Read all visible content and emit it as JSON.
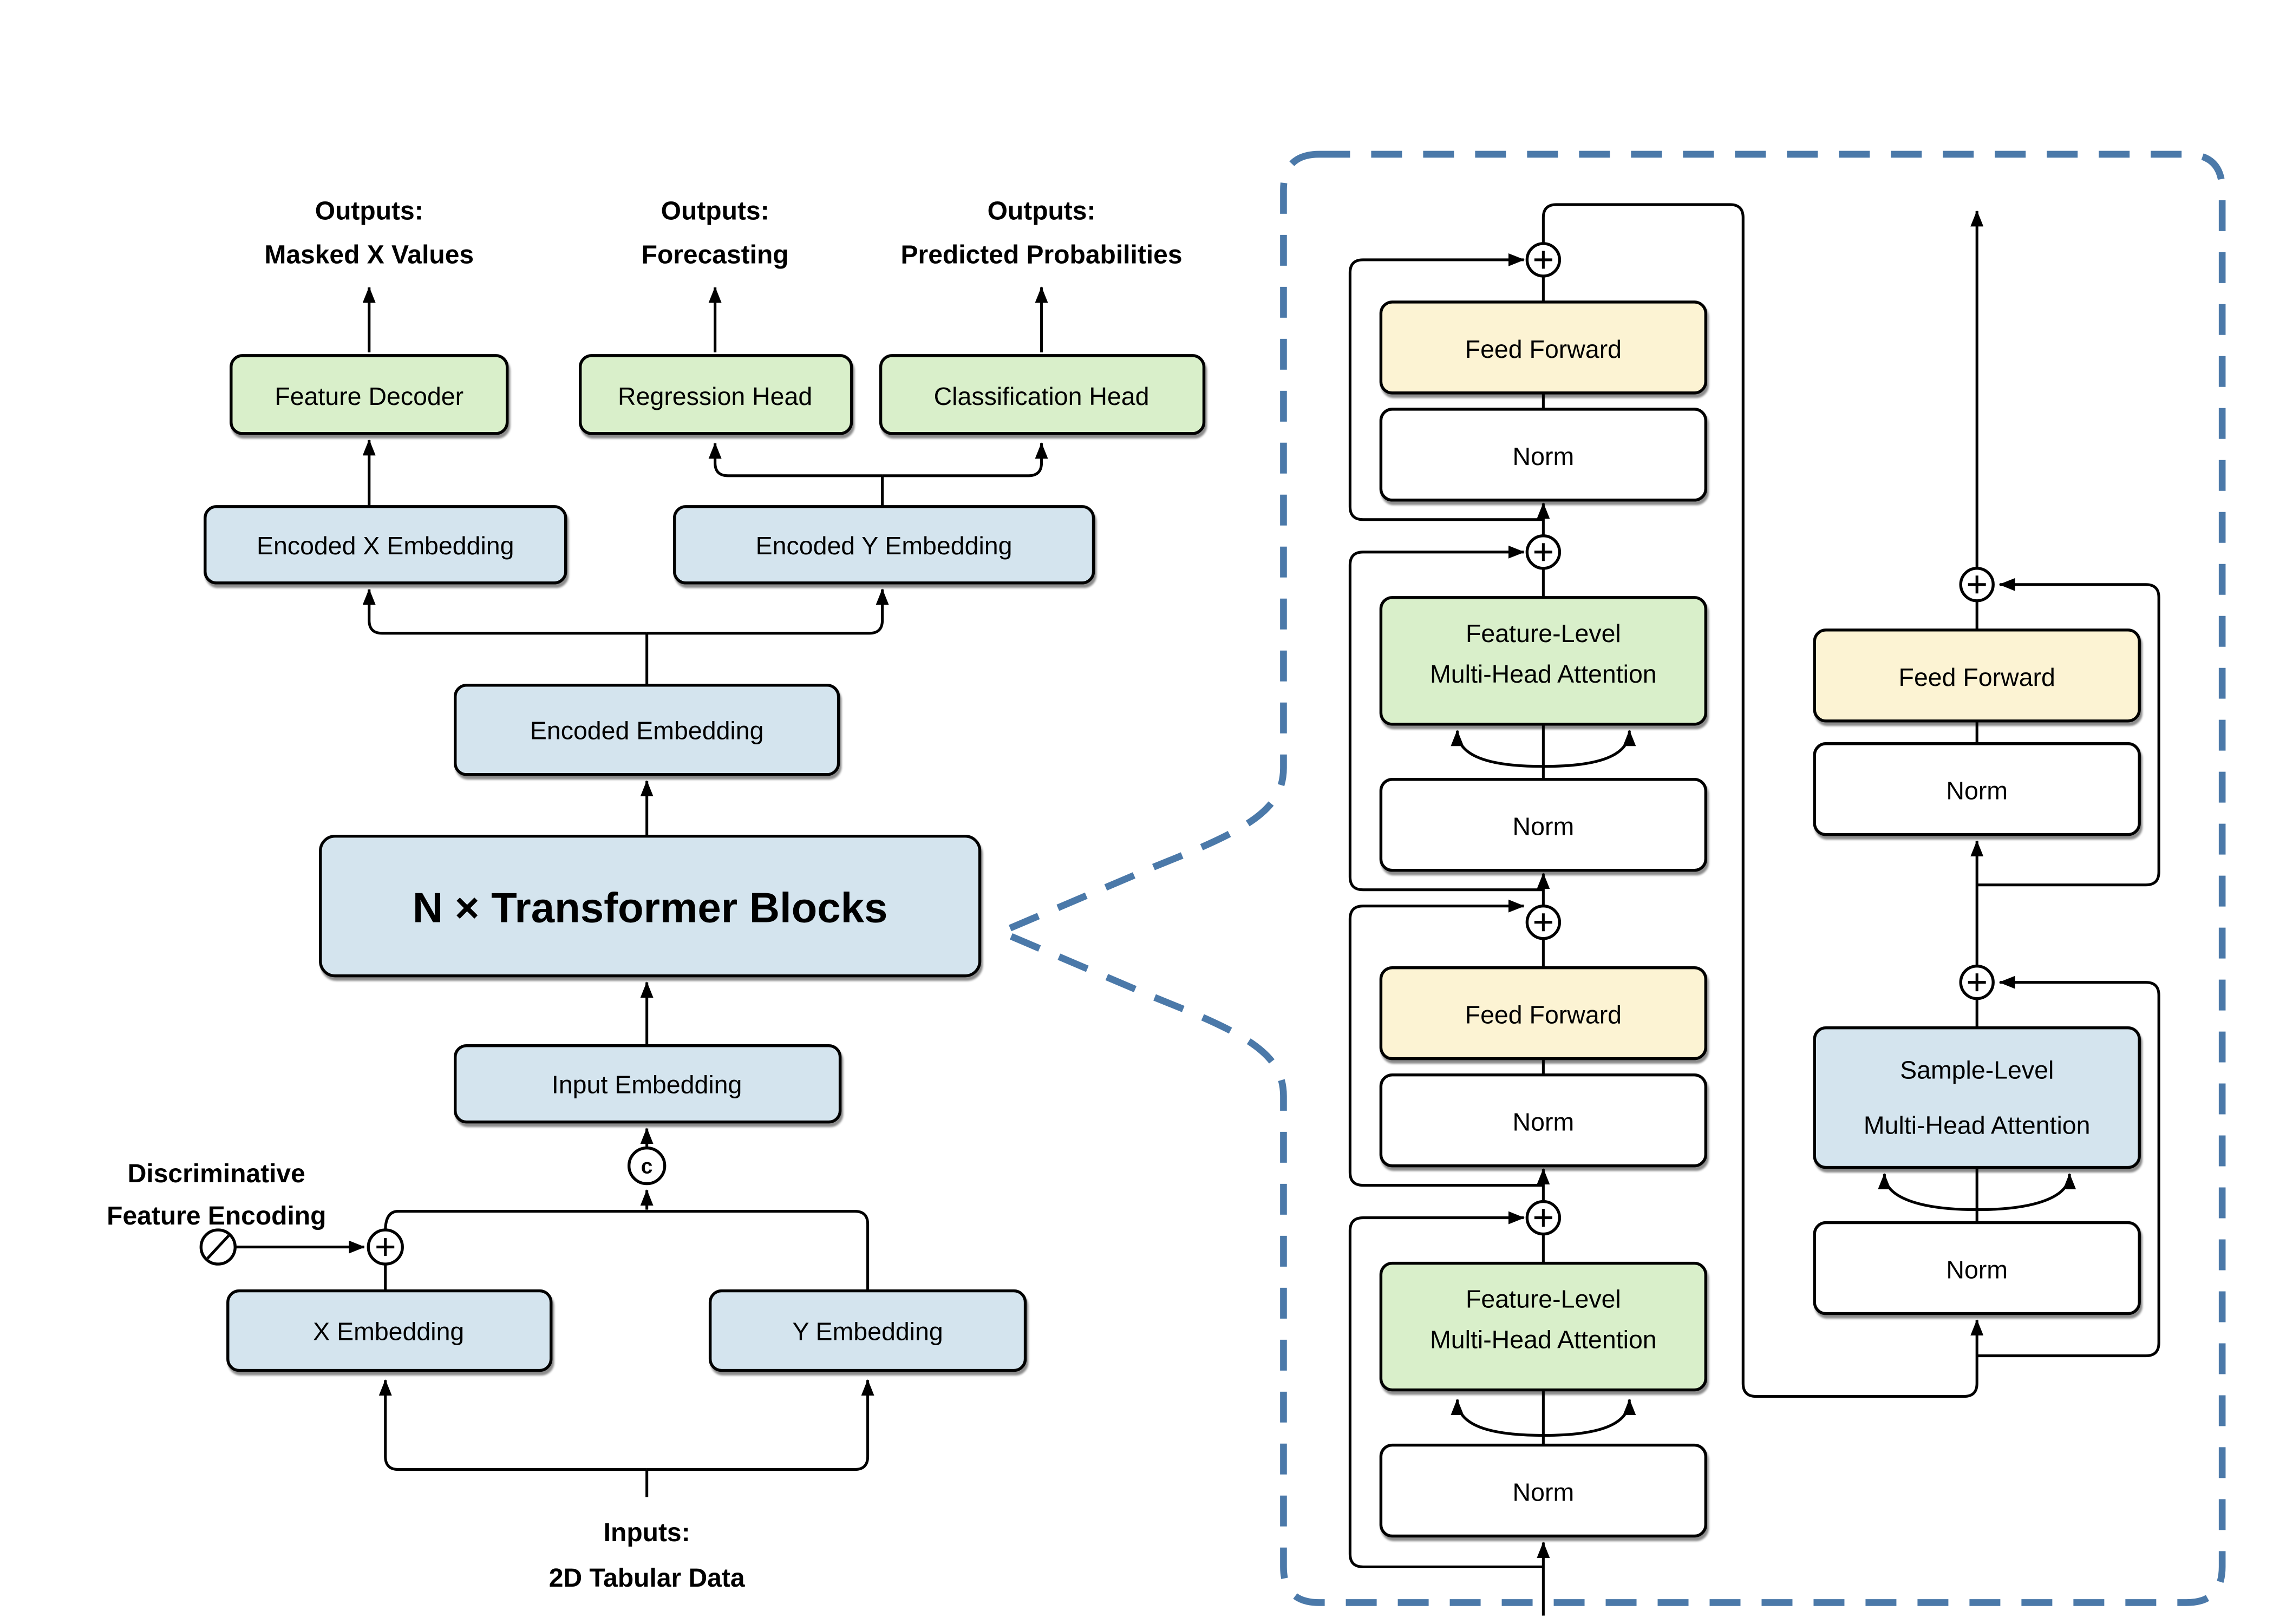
{
  "colors": {
    "box_blue": "#d4e4ee",
    "box_green": "#d9efca",
    "box_yellow": "#fcf3d3",
    "box_white": "#ffffff",
    "line": "#000000",
    "panel_dash_border": "#4b79a9",
    "background": "#ffffff"
  },
  "left_diagram": {
    "outputs": [
      {
        "line1": "Outputs:",
        "line2": "Masked X Values"
      },
      {
        "line1": "Outputs:",
        "line2": "Forecasting"
      },
      {
        "line1": "Outputs:",
        "line2": "Predicted Probabilities"
      }
    ],
    "boxes": {
      "feature_decoder": "Feature Decoder",
      "regression_head": "Regression Head",
      "classification_head": "Classification Head",
      "encoded_x_embedding": "Encoded X Embedding",
      "encoded_y_embedding": "Encoded Y Embedding",
      "encoded_embedding": "Encoded Embedding",
      "transformer_blocks": "N × Transformer Blocks",
      "input_embedding": "Input Embedding",
      "x_embedding": "X Embedding",
      "y_embedding": "Y Embedding"
    },
    "annotations": {
      "discriminative_line1": "Discriminative",
      "discriminative_line2": "Feature Encoding",
      "inputs_line1": "Inputs:",
      "inputs_line2": "2D Tabular Data",
      "concat_symbol": "c"
    }
  },
  "transformer_panel": {
    "left_column_bottom_to_top": [
      "Norm",
      "Feature-Level Multi-Head Attention",
      "Norm",
      "Feed Forward",
      "Norm",
      "Feature-Level Multi-Head Attention",
      "Norm",
      "Feed Forward"
    ],
    "right_column_bottom_to_top": [
      "Norm",
      "Sample-Level Multi-Head Attention",
      "Norm",
      "Feed Forward"
    ],
    "labels": {
      "norm": "Norm",
      "feed_forward": "Feed Forward",
      "feature_mha": [
        "Feature-Level",
        "Multi-Head Attention"
      ],
      "sample_mha": [
        "Sample-Level",
        "Multi-Head Attention"
      ]
    }
  }
}
